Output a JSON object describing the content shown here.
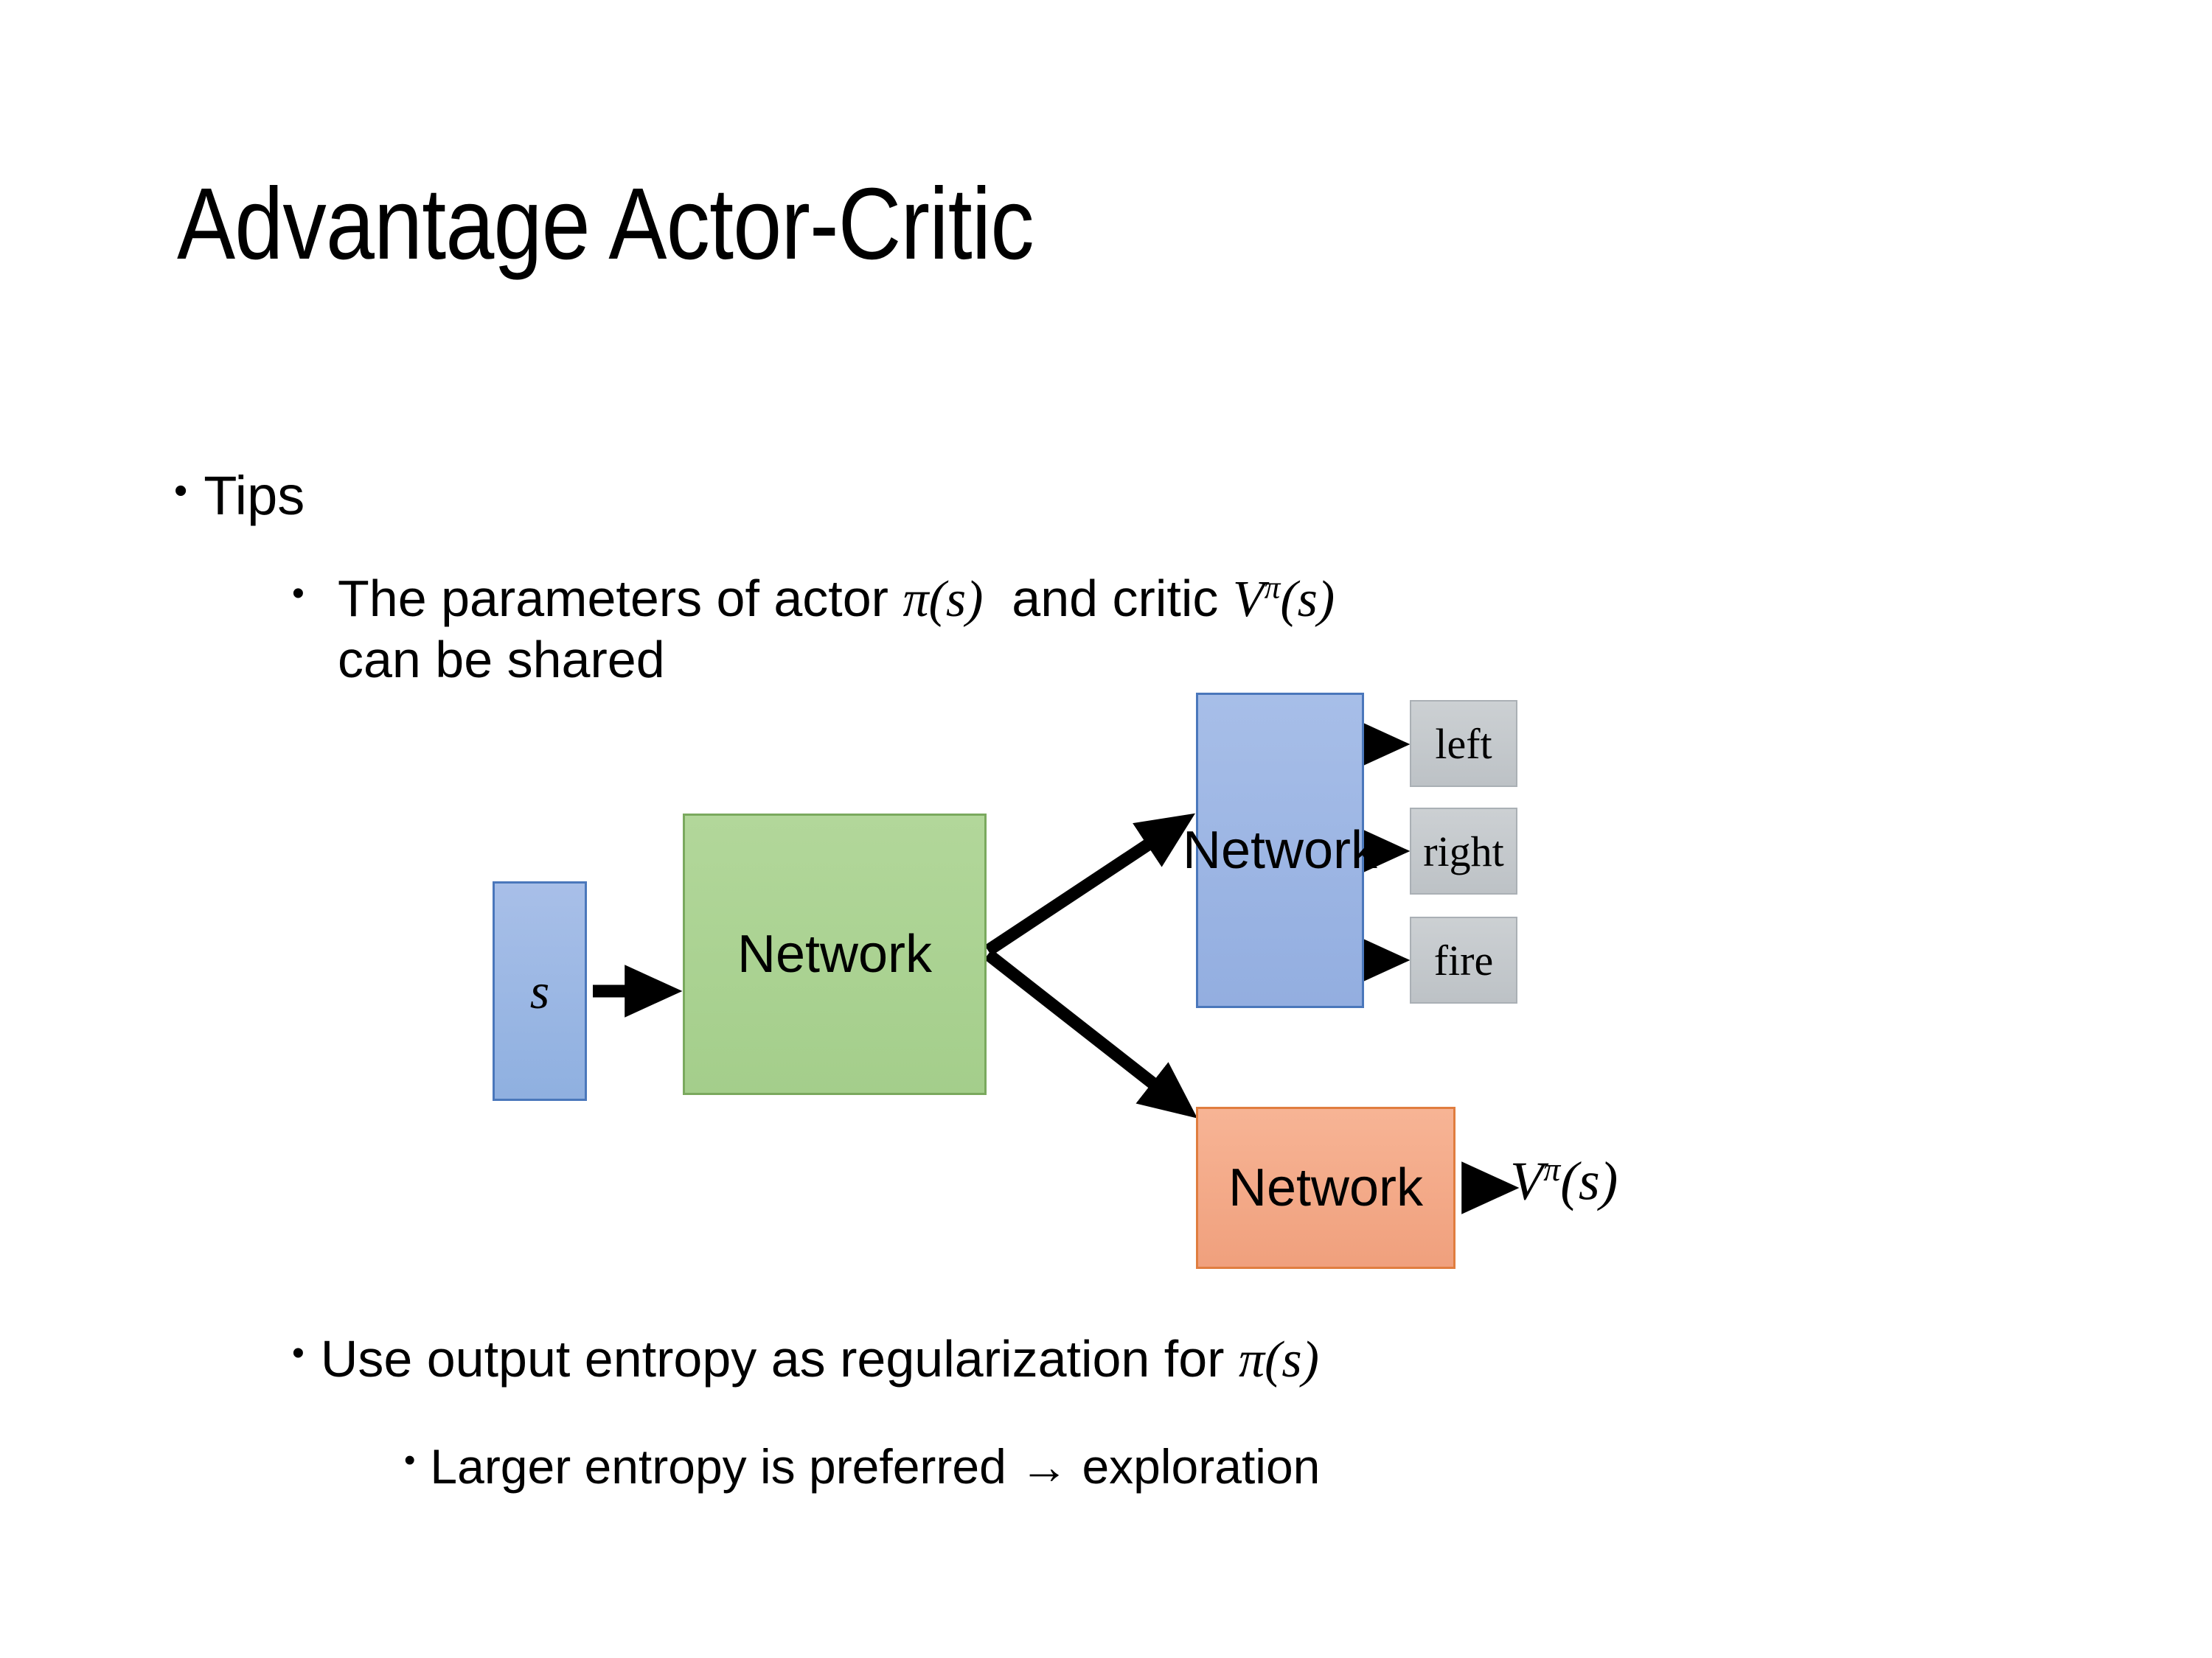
{
  "slide": {
    "title": "Advantage Actor-Critic",
    "background": "#ffffff"
  },
  "bullets": {
    "tips": {
      "marker": "•",
      "text": "Tips"
    },
    "parameters": {
      "marker": "•",
      "line1_a": "The parameters of actor ",
      "line1_math1_base": "π",
      "line1_math1_arg": "(s)",
      "line1_b": "  and critic ",
      "line1_math2_base": "V",
      "line1_math2_sup": "π",
      "line1_math2_arg": "(s)",
      "line2": "can be shared"
    },
    "entropy": {
      "marker": "•",
      "text_a": "Use output entropy as regularization for ",
      "math_base": "π",
      "math_arg": "(s)"
    },
    "larger": {
      "marker": "•",
      "text": "Larger entropy is preferred → exploration"
    }
  },
  "diagram": {
    "state_node": {
      "label": "s",
      "fill": "#9db7e3",
      "border": "#4a77bb"
    },
    "shared_node": {
      "label": "Network",
      "fill": "#a9d18e",
      "border": "#7aa95e"
    },
    "actor_node": {
      "label": "Network",
      "fill": "#9db7e3",
      "border": "#4a77bb"
    },
    "critic_node": {
      "label": "Network",
      "fill": "#f4a582",
      "border": "#e07d3f"
    },
    "action_outputs": [
      {
        "label": "left",
        "fill": "#c5c9cc"
      },
      {
        "label": "right",
        "fill": "#c5c9cc"
      },
      {
        "label": "fire",
        "fill": "#c5c9cc"
      }
    ],
    "critic_output": {
      "base": "V",
      "sup": "π",
      "arg": "(s)"
    },
    "arrow_color": "#000000"
  }
}
